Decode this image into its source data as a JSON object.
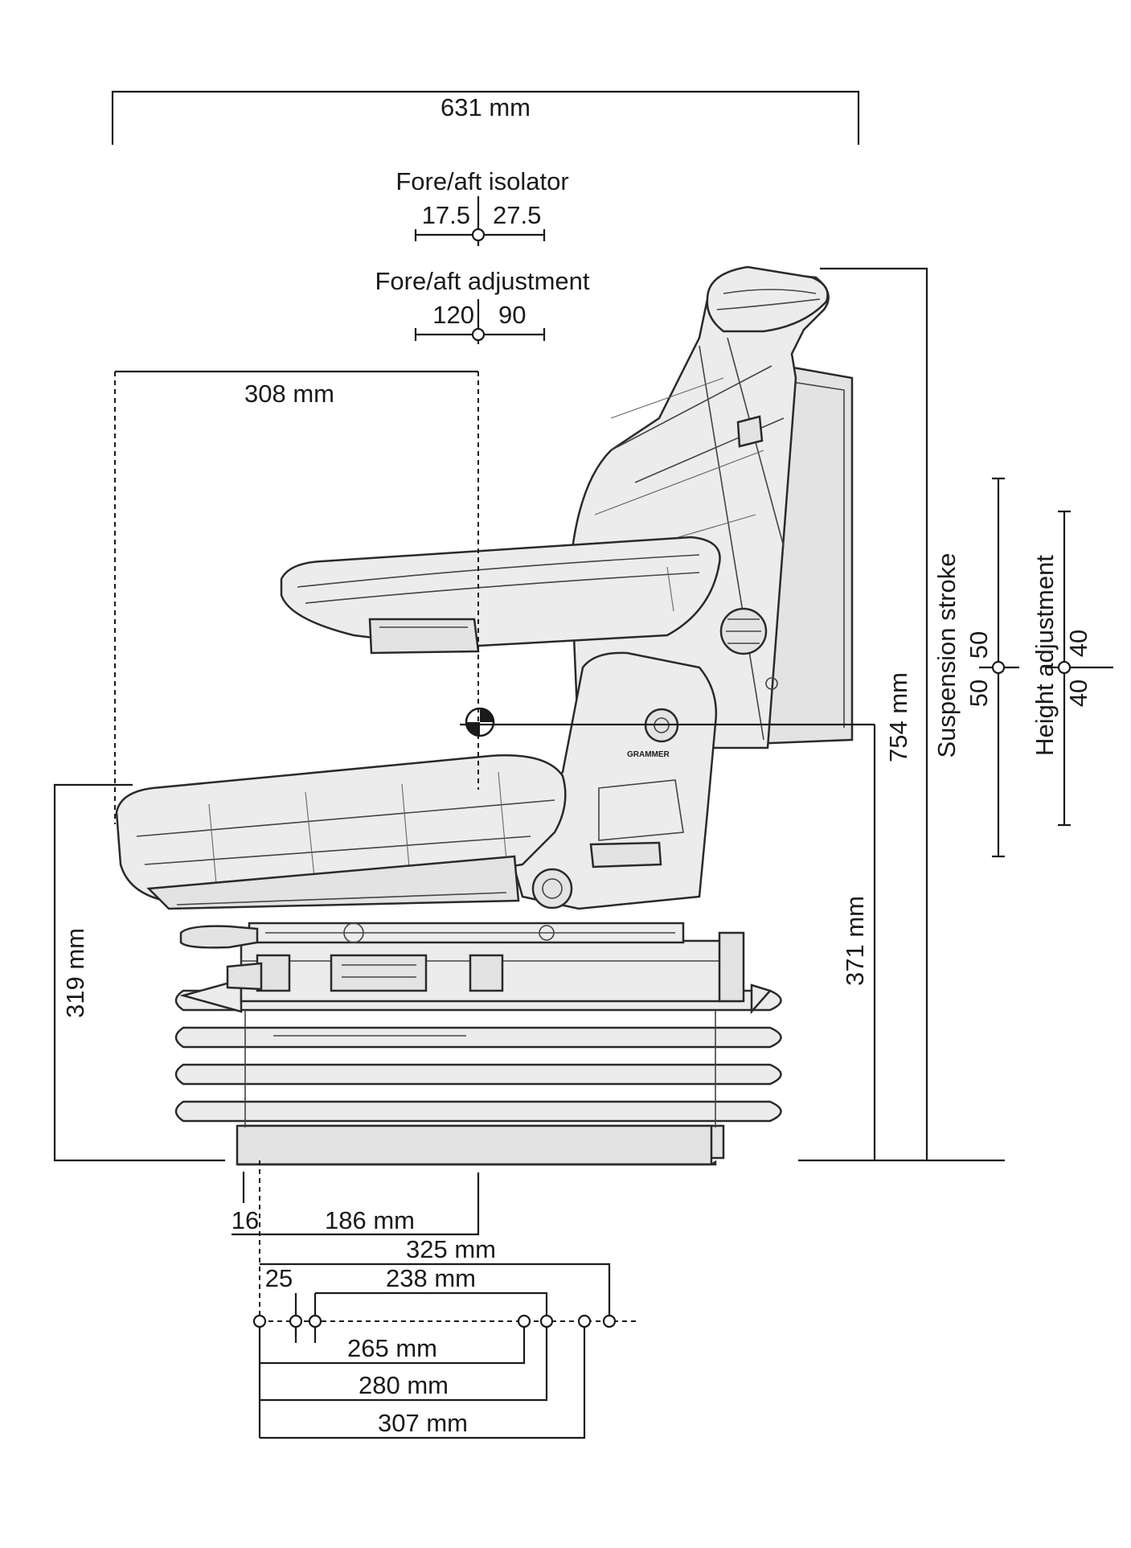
{
  "labels": {
    "overall_width": "631 mm",
    "isolator_title": "Fore/aft isolator",
    "isolator_back": "17.5",
    "isolator_front": "27.5",
    "adjust_title": "Fore/aft adjustment",
    "adjust_back": "120",
    "adjust_front": "90",
    "seat_depth": "308 mm",
    "overall_height": "754 mm",
    "suspension_title": "Suspension stroke",
    "suspension_up": "50",
    "suspension_down": "50",
    "height_title": "Height adjustment",
    "height_up": "40",
    "height_down": "40",
    "cushion_height": "319 mm",
    "sip_height": "371 mm",
    "offset_16": "16",
    "dim_186": "186 mm",
    "dim_325": "325 mm",
    "dim_25": "25",
    "dim_238": "238 mm",
    "dim_265": "265 mm",
    "dim_280": "280 mm",
    "dim_307": "307 mm",
    "brand": "GRAMMER"
  },
  "colors": {
    "line": "#1a1a1a",
    "seat_fill": "#ececec",
    "background": "#ffffff"
  }
}
